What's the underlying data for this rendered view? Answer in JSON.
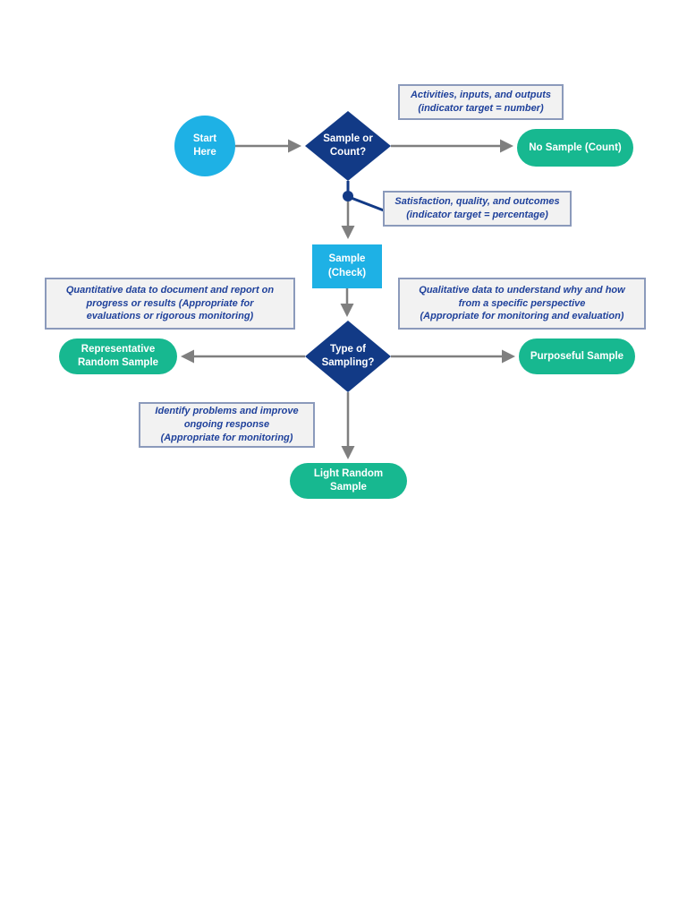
{
  "flowchart": {
    "nodes": {
      "start": {
        "type": "circle",
        "lines": [
          "Start",
          "Here"
        ]
      },
      "decision_sample_or_count": {
        "type": "diamond",
        "lines": [
          "Sample or",
          "Count?"
        ]
      },
      "no_sample_count": {
        "type": "terminal",
        "label": "No Sample (Count)"
      },
      "sample_check": {
        "type": "process",
        "lines": [
          "Sample",
          "(Check)"
        ]
      },
      "decision_type_of_sampling": {
        "type": "diamond",
        "lines": [
          "Type of",
          "Sampling?"
        ]
      },
      "representative_random_sample": {
        "type": "terminal",
        "lines": [
          "Representative",
          "Random Sample"
        ]
      },
      "purposeful_sample": {
        "type": "terminal",
        "label": "Purposeful Sample"
      },
      "light_random_sample": {
        "type": "terminal",
        "lines": [
          "Light Random",
          "Sample"
        ]
      }
    },
    "notes": {
      "activities": {
        "lines": [
          "Activities, inputs, and outputs",
          "(indicator target = number)"
        ]
      },
      "satisfaction": {
        "lines": [
          "Satisfaction, quality, and outcomes",
          "(indicator target = percentage)"
        ]
      },
      "quantitative": {
        "lines": [
          "Quantitative data to document and report on",
          "progress or results (Appropriate for",
          "evaluations or rigorous monitoring)"
        ]
      },
      "qualitative": {
        "lines": [
          "Qualitative data to understand why and how",
          "from a specific perspective",
          "(Appropriate for monitoring and evaluation)"
        ]
      },
      "identify": {
        "lines": [
          "Identify problems and improve",
          "ongoing response",
          "(Appropriate for monitoring)"
        ]
      }
    },
    "colors": {
      "cyan_node": "#1eb1e5",
      "navy_node": "#123a86",
      "green_node": "#17b890",
      "note_fill": "#f2f2f2",
      "note_border": "#8b9abb",
      "note_text": "#1f419b",
      "arrow_gray": "#7f7f7f",
      "node_text": "#ffffff"
    }
  }
}
